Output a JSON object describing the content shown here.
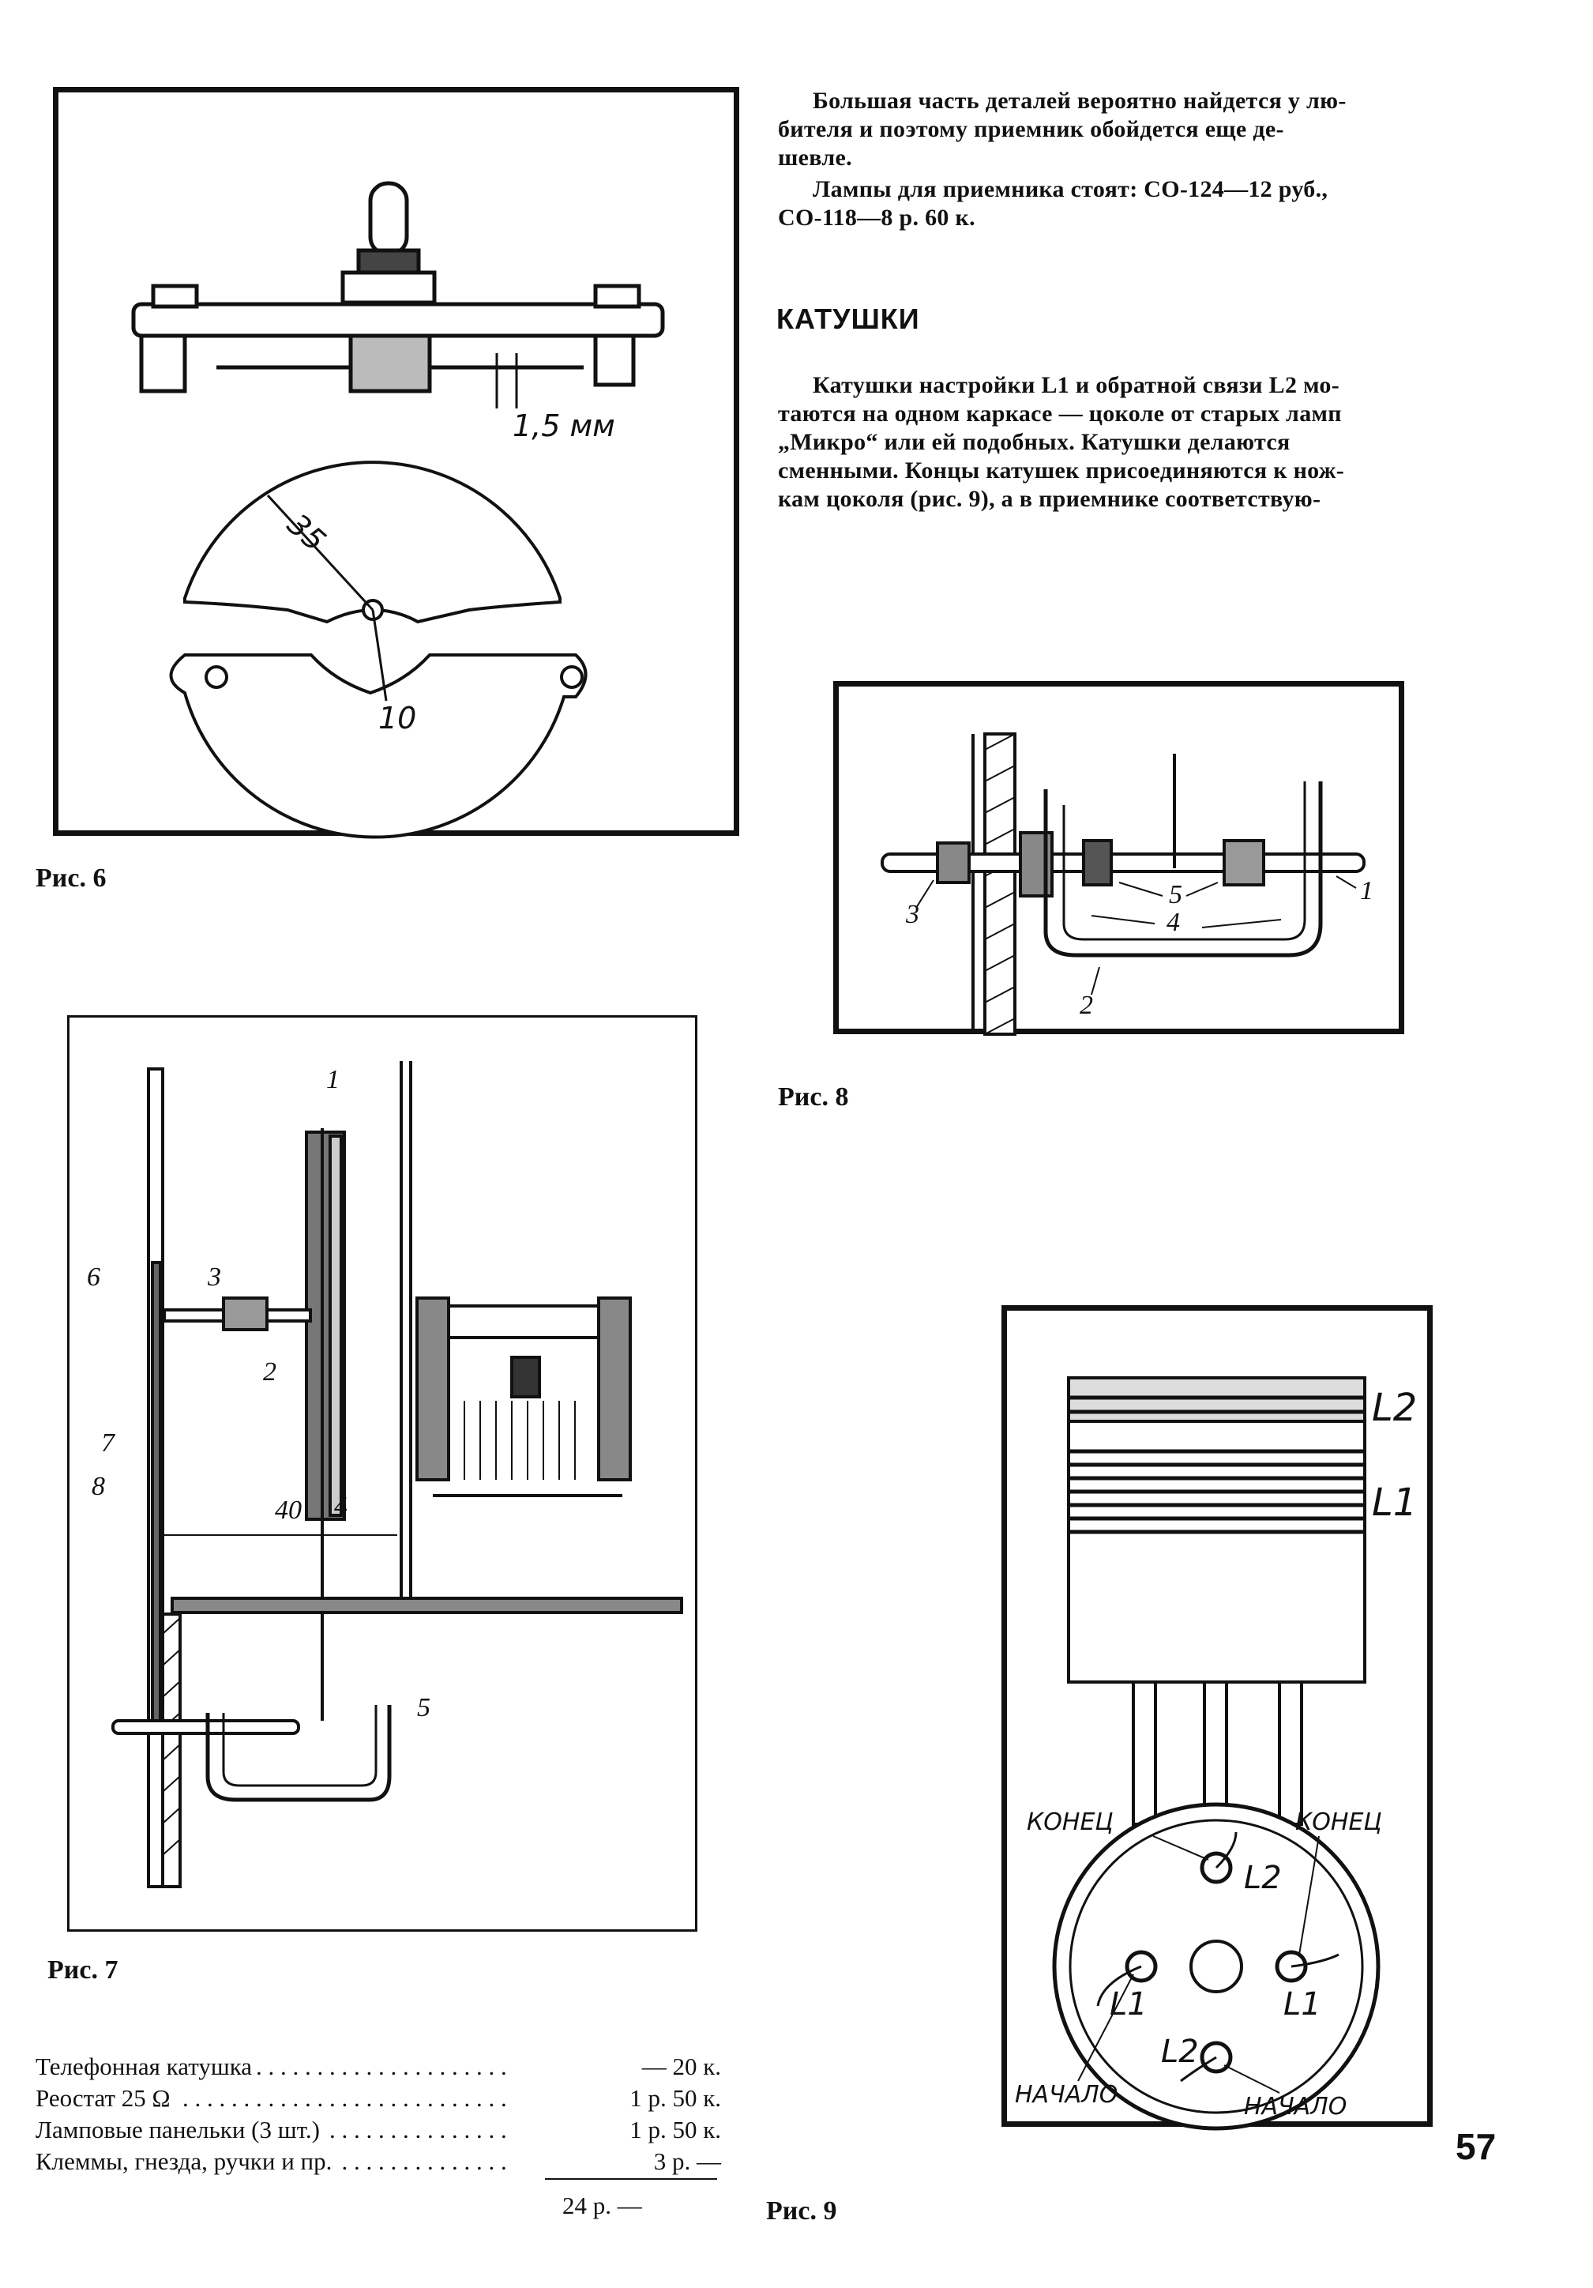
{
  "text": {
    "intro_lines": [
      "Большая часть деталей вероятно найдется у лю-",
      "бителя и поэтому приемник обойдется еще де-",
      "шевле."
    ],
    "lamps_lines": [
      "Лампы для приемника стоят: СО-124—12 руб.,",
      "СО-118—8 р. 60 к."
    ],
    "heading": "КАТУШКИ",
    "coils_lines": [
      "Катушки настройки L1 и обратной связи L2 мо-",
      "таются на одном каркасе — цоколе от старых ламп",
      "„Микро“ или ей подобных. Катушки делаются",
      "сменными. Концы катушек присоединяются к нож-",
      "кам цоколя (рис. 9), а в приемнике соответствую-"
    ]
  },
  "captions": {
    "fig6": "Рис. 6",
    "fig7": "Рис. 7",
    "fig8": "Рис. 8",
    "fig9": "Рис. 9"
  },
  "fig6_labels": {
    "gap": "1,5 мм",
    "radius": "35",
    "hole": "10"
  },
  "fig7_labels": [
    "1",
    "2",
    "3",
    "4",
    "5",
    "6",
    "7",
    "8"
  ],
  "fig7_dimension": "40",
  "fig8_labels": [
    "1",
    "2",
    "3",
    "4",
    "5"
  ],
  "fig9_labels": {
    "l2": "L2",
    "l1": "L1",
    "end_left": "КОНЕЦ",
    "end_right": "КОНЕЦ",
    "start_left": "НАЧАЛО",
    "start_right": "НАЧАЛО",
    "pin_l2_top": "L2",
    "pin_l1_left": "L1",
    "pin_l1_right": "L1",
    "pin_l2_bottom": "L2"
  },
  "costs": [
    {
      "item": "Телефонная катушка",
      "price": "— 20 к."
    },
    {
      "item": "Реостат 25 Ω",
      "price": "1 р. 50 к."
    },
    {
      "item": "Ламповые панельки (3 шт.)",
      "price": "1 р. 50 к."
    },
    {
      "item": "Клеммы, гнезда, ручки и пр.",
      "price": "3 р. —"
    }
  ],
  "total": "24 р. —",
  "page_number": "57"
}
